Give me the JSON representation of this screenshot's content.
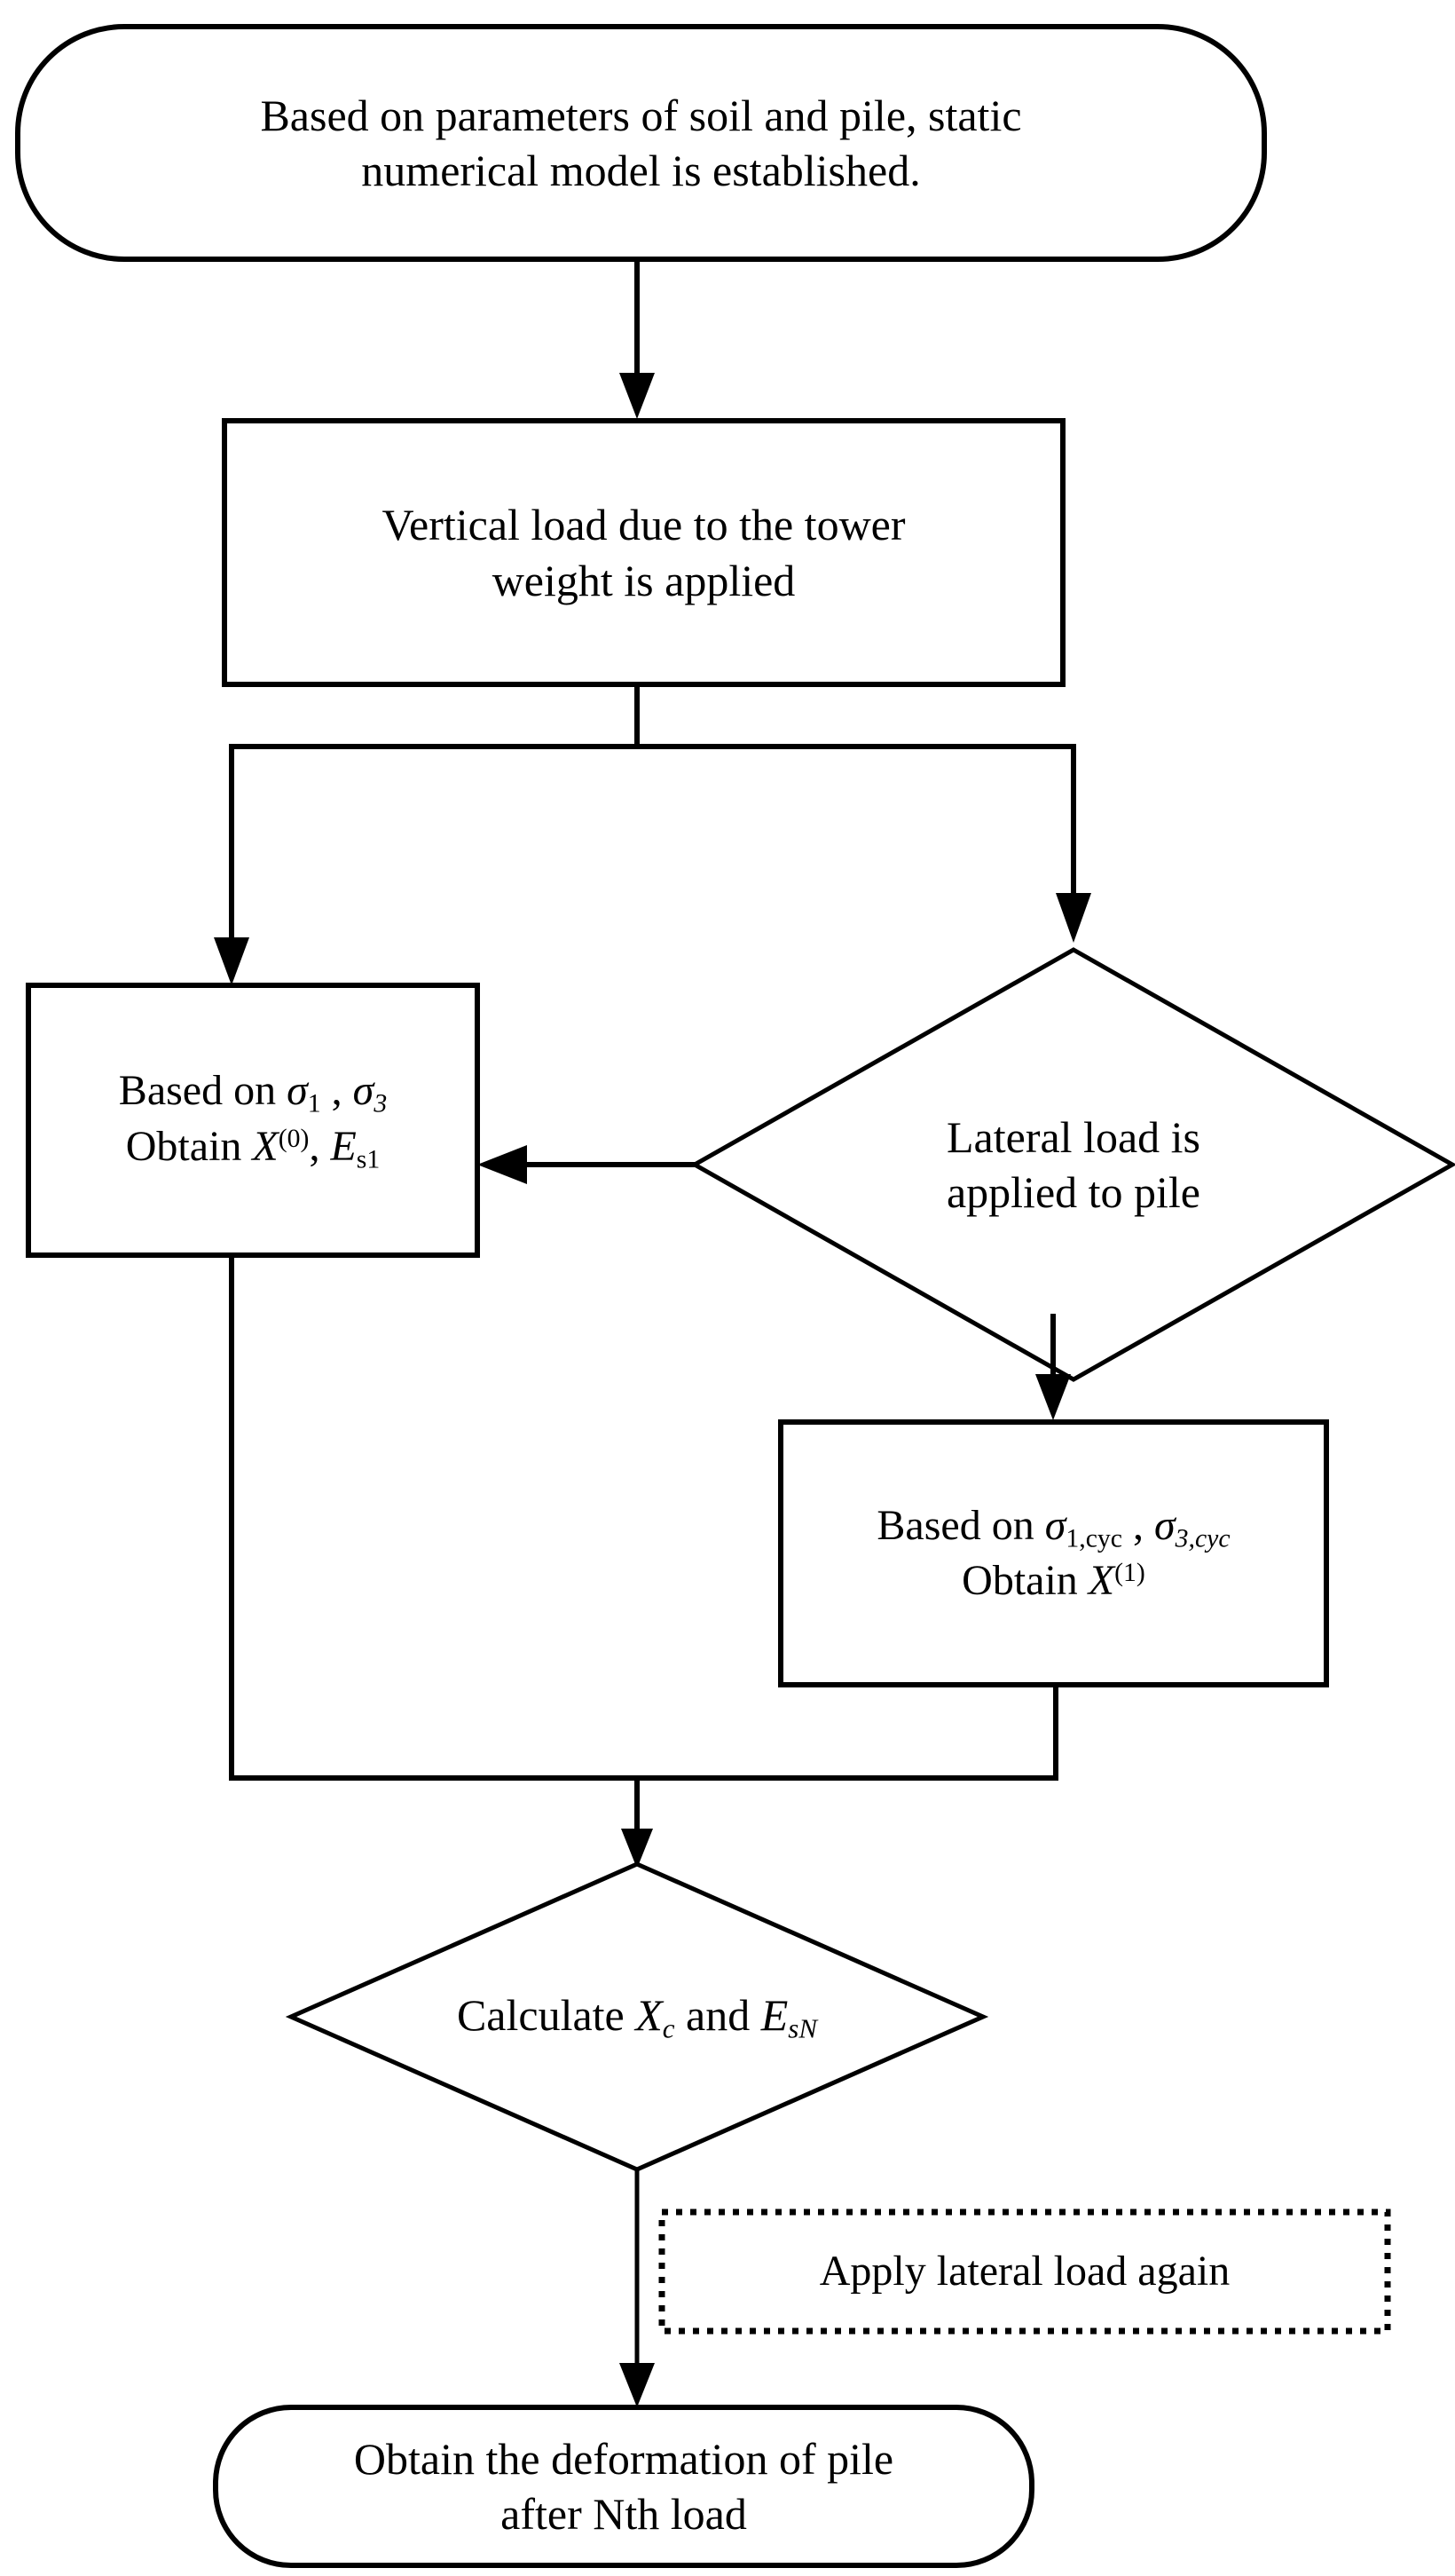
{
  "diagram": {
    "title": "Cyclic lateral loading pile analysis flowchart",
    "stroke_color": "#000000",
    "fill_color": "#ffffff",
    "background": "#ffffff"
  },
  "nodes": {
    "start": {
      "shape": "rounded-terminal",
      "line1": "Based on parameters of soil and pile, static",
      "line2": "numerical model is established."
    },
    "vertical_load": {
      "shape": "process-rectangle",
      "line1": "Vertical load due to the tower",
      "line2": "weight is applied"
    },
    "static_state": {
      "shape": "process-rectangle",
      "line1_prefix": "Based on ",
      "line1_sigma1": "σ",
      "line1_sub1": "1",
      "line1_sep": " , ",
      "line1_sigma3": "σ",
      "line1_sub3": "3",
      "line2_prefix": "Obtain ",
      "line2_x": "X",
      "line2_sup": "(0)",
      "line2_sep": ", ",
      "line2_e": "E",
      "line2_esub": "s1"
    },
    "lateral_load": {
      "shape": "decision-diamond",
      "line1": "Lateral load is",
      "line2": "applied to pile"
    },
    "cyclic_state": {
      "shape": "process-rectangle",
      "line1_prefix": "Based on ",
      "line1_sigma1": "σ",
      "line1_sub1": "1,cyc",
      "line1_sep": " , ",
      "line1_sigma3": "σ",
      "line1_sub3": "3,cyc",
      "line2_prefix": "Obtain ",
      "line2_x": "X",
      "line2_sup": "(1)"
    },
    "calculate": {
      "shape": "decision-diamond",
      "prefix": "Calculate ",
      "x": "X",
      "xsub": "c",
      "mid": "  and ",
      "e": "E",
      "esub": "sN"
    },
    "apply_again": {
      "shape": "dotted-annotation",
      "label": "Apply lateral load again"
    },
    "end": {
      "shape": "rounded-terminal",
      "line1": "Obtain the deformation of pile",
      "line2": "after Nth load"
    }
  },
  "connectors": [
    {
      "name": "start-to-vertical-load",
      "type": "arrow-down"
    },
    {
      "name": "vertical-load-split-left",
      "type": "arrow-down-elbow-left"
    },
    {
      "name": "vertical-load-split-right",
      "type": "arrow-down-elbow-right"
    },
    {
      "name": "lateral-load-to-static-state",
      "type": "arrow-left"
    },
    {
      "name": "lateral-load-to-cyclic-state",
      "type": "arrow-down"
    },
    {
      "name": "static-state-merge",
      "type": "elbow-down"
    },
    {
      "name": "cyclic-state-merge",
      "type": "elbow-down"
    },
    {
      "name": "merge-to-calculate",
      "type": "arrow-down"
    },
    {
      "name": "calculate-to-end",
      "type": "arrow-down"
    }
  ]
}
